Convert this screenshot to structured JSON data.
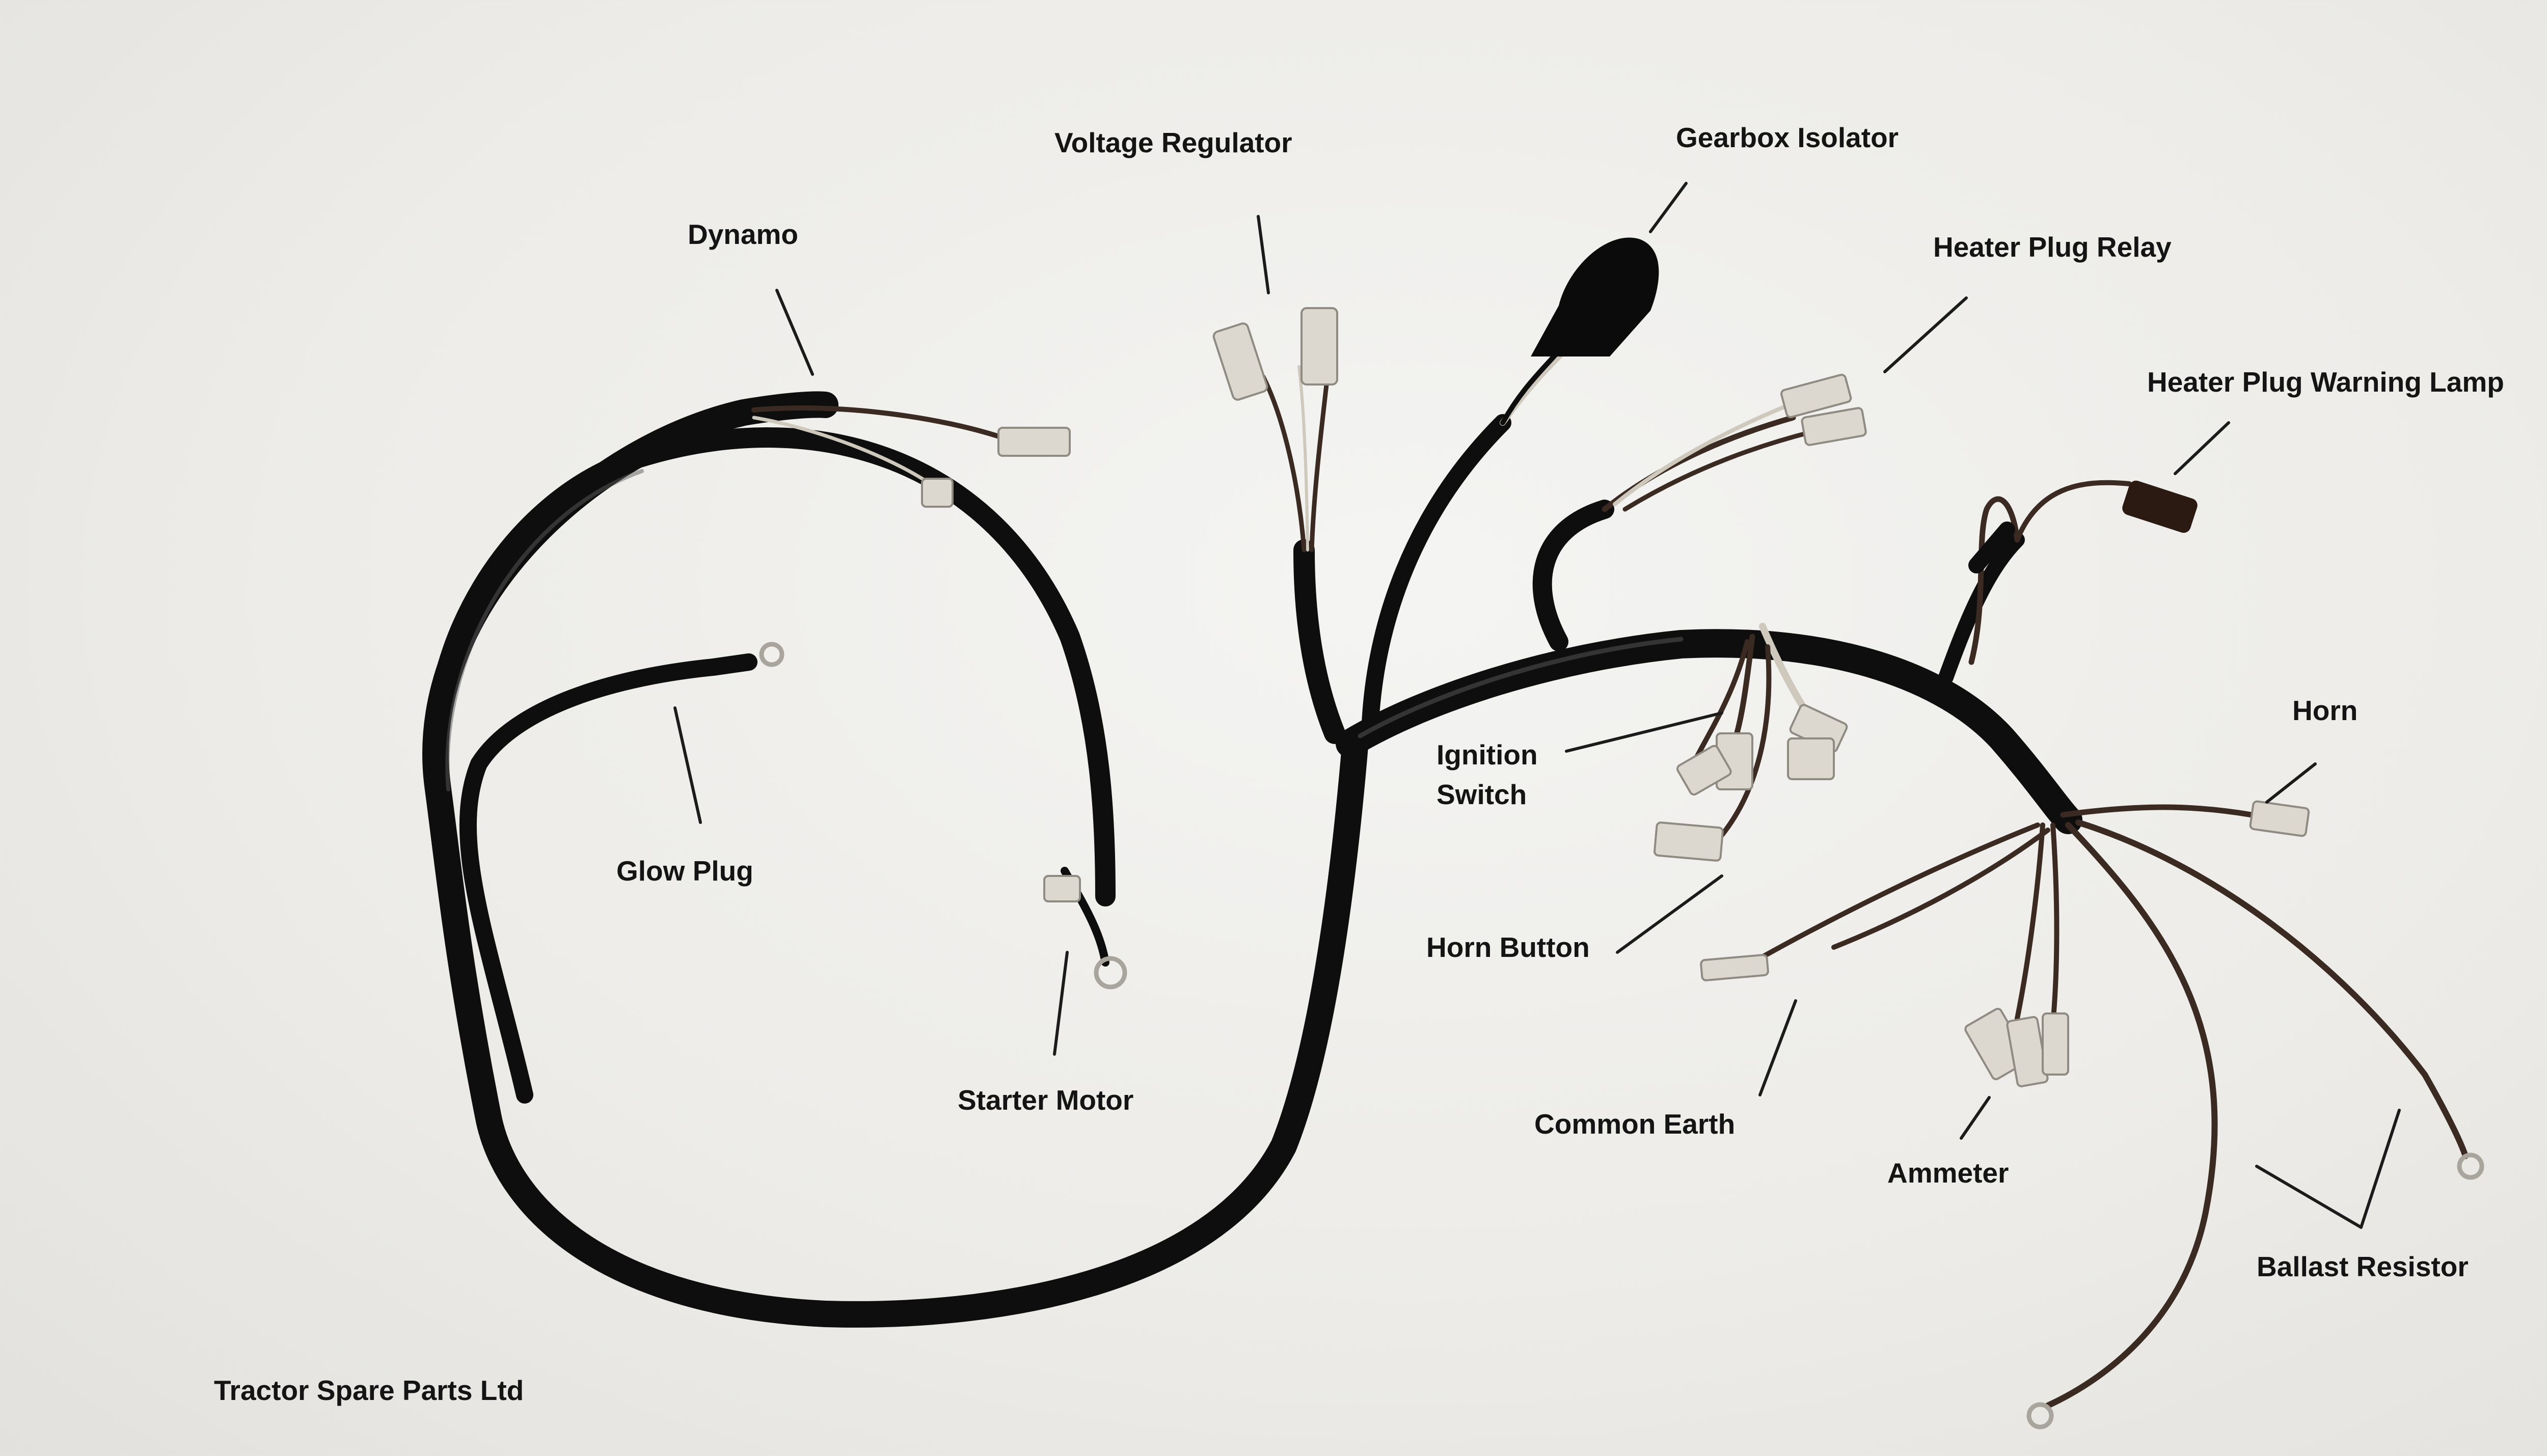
{
  "labels": {
    "dynamo": "Dynamo",
    "voltage_regulator": "Voltage Regulator",
    "gearbox_isolator": "Gearbox Isolator",
    "heater_plug_relay": "Heater Plug Relay",
    "heater_plug_warning_lamp": "Heater Plug Warning Lamp",
    "horn": "Horn",
    "glow_plug": "Glow Plug",
    "ignition_switch_line1": "Ignition",
    "ignition_switch_line2": "Switch",
    "horn_button": "Horn Button",
    "starter_motor": "Starter Motor",
    "common_earth": "Common Earth",
    "ammeter": "Ammeter",
    "ballast_resistor": "Ballast Resistor"
  },
  "watermark": "Tractor Spare Parts Ltd",
  "colors": {
    "background": "#ecebe8",
    "cable": "#0e0e0e",
    "wire_brown": "#3a2a22",
    "terminal": "#ddd8cf",
    "text": "#141414"
  }
}
